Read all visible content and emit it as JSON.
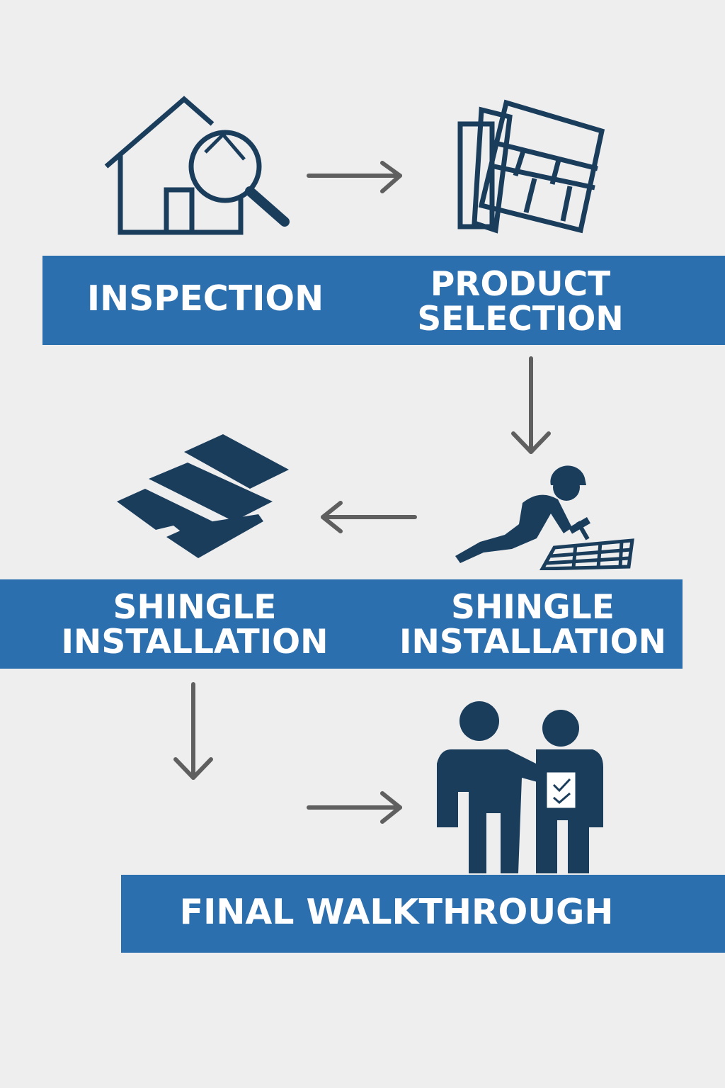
{
  "colors": {
    "background": "#eeeeef",
    "banner": "#2c6fae",
    "icon": "#1b3d5c",
    "arrow": "#5f5f5f",
    "text": "#ffffff"
  },
  "steps": [
    {
      "line1": "INSPECTION",
      "line2": "",
      "icon": "house-magnifier-icon"
    },
    {
      "line1": "PRODUCT",
      "line2": "SELECTION",
      "icon": "shingle-samples-icon"
    },
    {
      "line1": "SHINGLE",
      "line2": "INSTALLATION",
      "icon": "roofer-worker-icon"
    },
    {
      "line1": "SHINGLE",
      "line2": "INSTALLATION",
      "icon": "shingle-layers-icon"
    },
    {
      "line1": "FINAL WALKTHROUGH",
      "line2": "",
      "icon": "two-people-clipboard-icon"
    }
  ]
}
